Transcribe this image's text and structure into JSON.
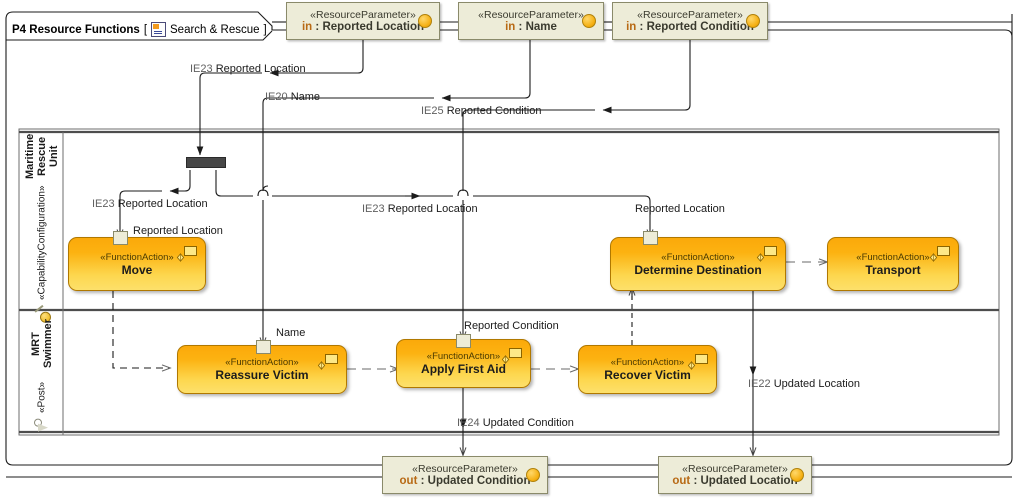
{
  "diagram": {
    "frame_title": "P4 Resource Functions",
    "frame_context_open": "[",
    "frame_context_icon": "search-rescue-icon",
    "frame_context": "Search & Rescue",
    "frame_context_close": "]",
    "type": "uml-activity-diagram",
    "background": "#ffffff"
  },
  "colors": {
    "param_fill": "#edecd8",
    "param_stroke": "#8a8a6a",
    "action_fill_top": "#fba90a",
    "action_fill_bottom": "#fde06b",
    "action_stroke": "#b07800",
    "direction_text": "#b86a15",
    "edge": "#1b1b1b",
    "ie_label": "#5f5f5f",
    "fork_bar": "#474747"
  },
  "input_parameters": [
    {
      "stereotype": "«ResourceParameter»",
      "direction": "in",
      "separator": " : ",
      "name": "Reported Location"
    },
    {
      "stereotype": "«ResourceParameter»",
      "direction": "in",
      "separator": " : ",
      "name": "Name"
    },
    {
      "stereotype": "«ResourceParameter»",
      "direction": "in",
      "separator": " : ",
      "name": "Reported Condition"
    }
  ],
  "output_parameters": [
    {
      "stereotype": "«ResourceParameter»",
      "direction": "out",
      "separator": " : ",
      "name": "Updated Condition"
    },
    {
      "stereotype": "«ResourceParameter»",
      "direction": "out",
      "separator": " : ",
      "name": "Updated Location"
    }
  ],
  "lanes": [
    {
      "stereotype": "«CapabilityConfiguration»",
      "name": "Maritime Rescue Unit",
      "icon": "capability-configuration-icon"
    },
    {
      "stereotype": "«Post»",
      "name": "MRT Swimmer",
      "icon": "post-icon"
    }
  ],
  "actions": [
    {
      "stereotype": "«FunctionAction»",
      "name": "Move",
      "lane": 0
    },
    {
      "stereotype": "«FunctionAction»",
      "name": "Determine Destination",
      "lane": 0
    },
    {
      "stereotype": "«FunctionAction»",
      "name": "Transport",
      "lane": 0
    },
    {
      "stereotype": "«FunctionAction»",
      "name": "Reassure Victim",
      "lane": 1
    },
    {
      "stereotype": "«FunctionAction»",
      "name": "Apply First Aid",
      "lane": 1
    },
    {
      "stereotype": "«FunctionAction»",
      "name": "Recover Victim",
      "lane": 1
    }
  ],
  "pins": [
    {
      "label": "Reported Location",
      "on": "Move"
    },
    {
      "label": "Reported Location",
      "on": "Determine Destination"
    },
    {
      "label": "Name",
      "on": "Reassure Victim"
    },
    {
      "label": "Reported Condition",
      "on": "Apply First Aid"
    }
  ],
  "edge_labels": [
    {
      "ie": "IE23",
      "text": "Reported Location"
    },
    {
      "ie": "IE20",
      "text": "Name"
    },
    {
      "ie": "IE25",
      "text": "Reported Condition"
    },
    {
      "ie": "IE23",
      "text": "Reported Location"
    },
    {
      "ie": "IE23",
      "text": "Reported Location"
    },
    {
      "ie": "IE22",
      "text": "Updated Location"
    },
    {
      "ie": "IE24",
      "text": "Updated Condition"
    }
  ],
  "fork": {
    "name": "fork-node",
    "orientation": "horizontal"
  }
}
